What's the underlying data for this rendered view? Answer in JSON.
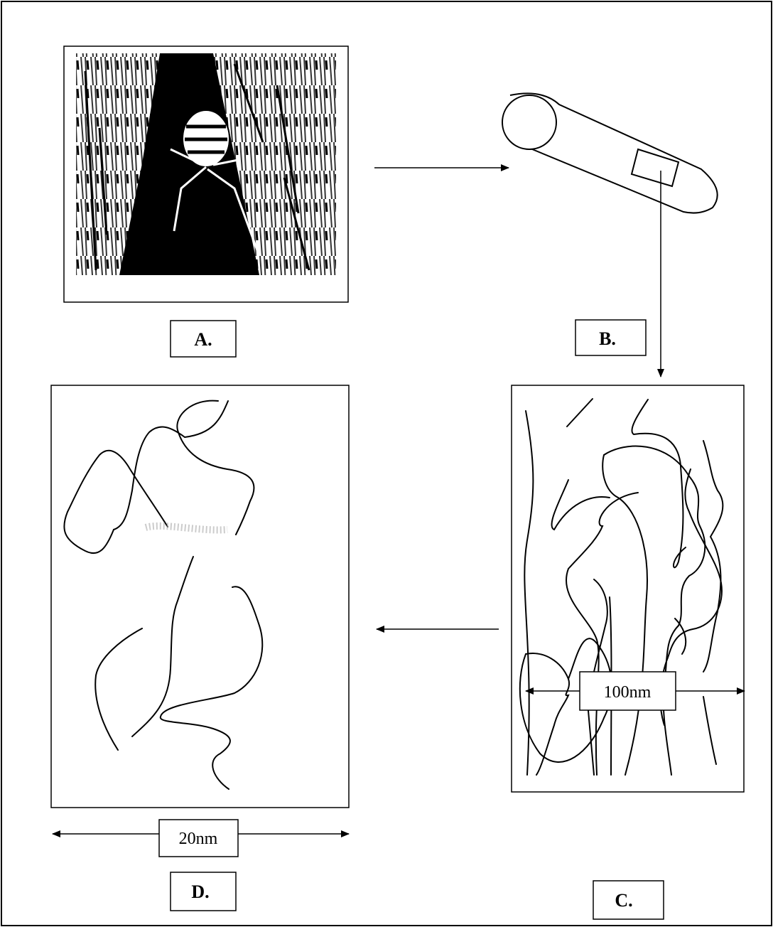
{
  "panels": {
    "a": {
      "label": "A."
    },
    "b": {
      "label": "B."
    },
    "c": {
      "label": "C.",
      "scale": "100nm"
    },
    "d": {
      "label": "D.",
      "scale": "20nm"
    }
  }
}
